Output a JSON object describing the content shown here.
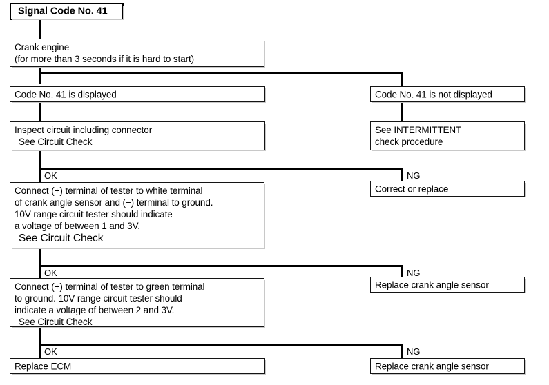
{
  "diagram": {
    "title": "Signal Code No. 41",
    "type": "troubleshooting-flowchart",
    "nodes": {
      "title_box": {
        "label": "Signal Code No. 41"
      },
      "crank_engine": {
        "lines": [
          "Crank engine",
          "(for more than 3 seconds if it is hard to start)"
        ]
      },
      "code_displayed": {
        "lines": [
          "Code No. 41 is displayed"
        ]
      },
      "code_not_displayed": {
        "lines": [
          "Code No. 41 is not displayed"
        ]
      },
      "inspect_circuit": {
        "lines": [
          "Inspect circuit including connector",
          "See Circuit Check"
        ]
      },
      "see_intermittent": {
        "lines": [
          "See INTERMITTENT",
          "check procedure"
        ]
      },
      "white_terminal_test": {
        "lines": [
          "Connect (+) terminal of tester to white terminal",
          "of crank angle sensor and (−) terminal to ground.",
          "10V range circuit tester should indicate",
          "a voltage of between 1 and 3V.",
          "See Circuit Check"
        ]
      },
      "correct_or_replace": {
        "lines": [
          "Correct or replace"
        ]
      },
      "green_terminal_test": {
        "lines": [
          "Connect (+) terminal of tester to green terminal",
          "to ground. 10V range circuit tester should",
          "indicate a voltage of between 2 and 3V.",
          "See Circuit Check"
        ]
      },
      "replace_sensor_mid": {
        "lines": [
          "Replace crank angle sensor"
        ]
      },
      "replace_ecm": {
        "lines": [
          "Replace ECM"
        ]
      },
      "replace_sensor_bottom": {
        "lines": [
          "Replace crank angle sensor"
        ]
      }
    },
    "branch_labels": {
      "ok_1": "OK",
      "ng_1": "NG",
      "ok_2": "OK",
      "ng_2": "NG",
      "ok_3": "OK",
      "ng_3": "NG"
    },
    "colors": {
      "line": "#000000",
      "box_border": "#141414",
      "background": "#ffffff"
    }
  }
}
